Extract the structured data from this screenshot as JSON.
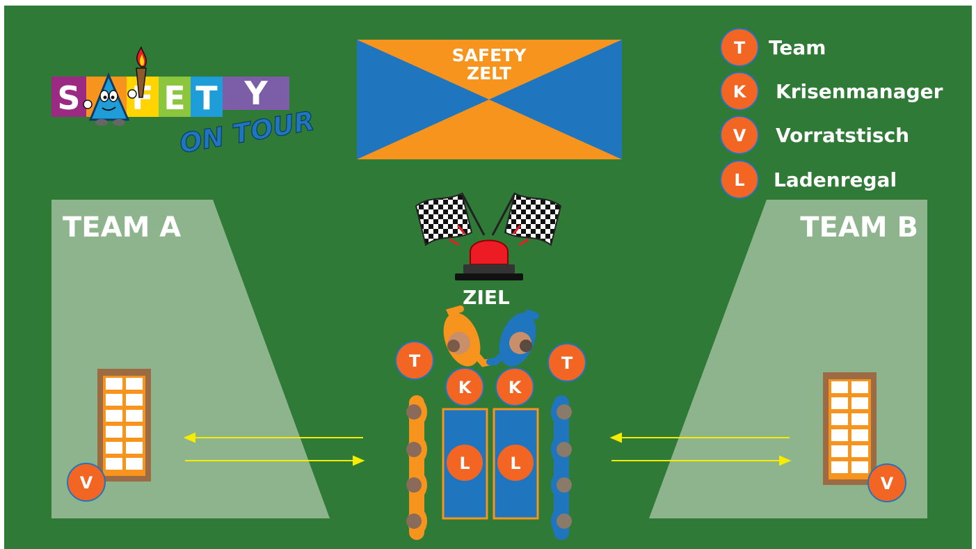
{
  "logo": {
    "letters": [
      "S",
      "A",
      "F",
      "E",
      "T",
      "Y"
    ],
    "subtitle": "ON TOUR"
  },
  "tent": {
    "line1": "SAFETY",
    "line2": "ZELT"
  },
  "goal": {
    "label": "ZIEL"
  },
  "teams": {
    "a": "TEAM A",
    "b": "TEAM B"
  },
  "legend": [
    {
      "letter": "T",
      "label": "Team"
    },
    {
      "letter": "K",
      "label": "Krisenmanager"
    },
    {
      "letter": "V",
      "label": "Vorratstisch"
    },
    {
      "letter": "L",
      "label": "Ladenregal"
    }
  ],
  "markers": {
    "team": "T",
    "manager": "K",
    "shelf": "L",
    "supply": "V"
  },
  "colors": {
    "field": "#2f7a36",
    "zone": "#c8d8c4",
    "orange": "#f7941d",
    "blue": "#1f75be",
    "badge": "#f26522",
    "arrow": "#f5ec00",
    "table": "#9c6b43"
  }
}
